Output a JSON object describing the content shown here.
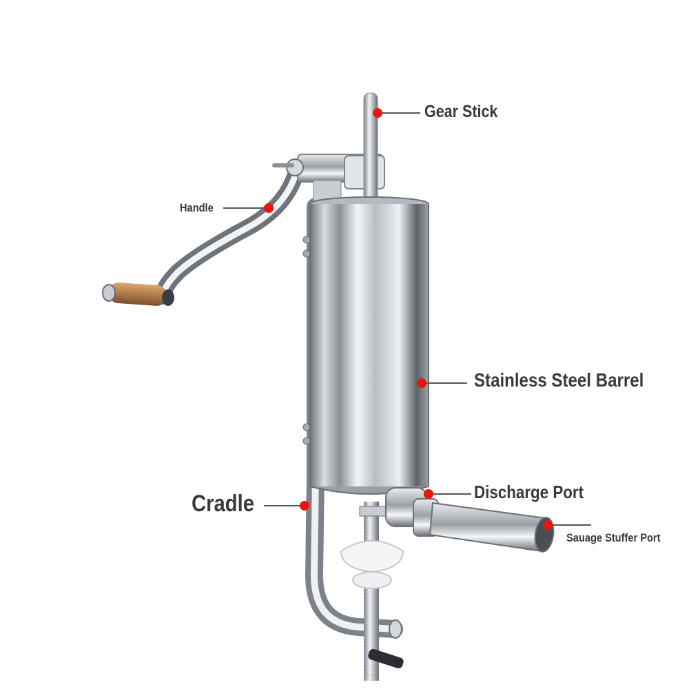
{
  "labels": {
    "gear_stick": "Gear Stick",
    "handle": "Handle",
    "barrel": "Stainless Steel Barrel",
    "discharge": "Discharge Port",
    "cradle": "Cradle",
    "sausage_port": "Sauage Stuffer Port"
  },
  "colors": {
    "marker": "#e8160c",
    "leader_line": "#555555",
    "label_text": "#3a3a3a",
    "steel": "#c9cdd2",
    "wood": "#b07b4a"
  }
}
